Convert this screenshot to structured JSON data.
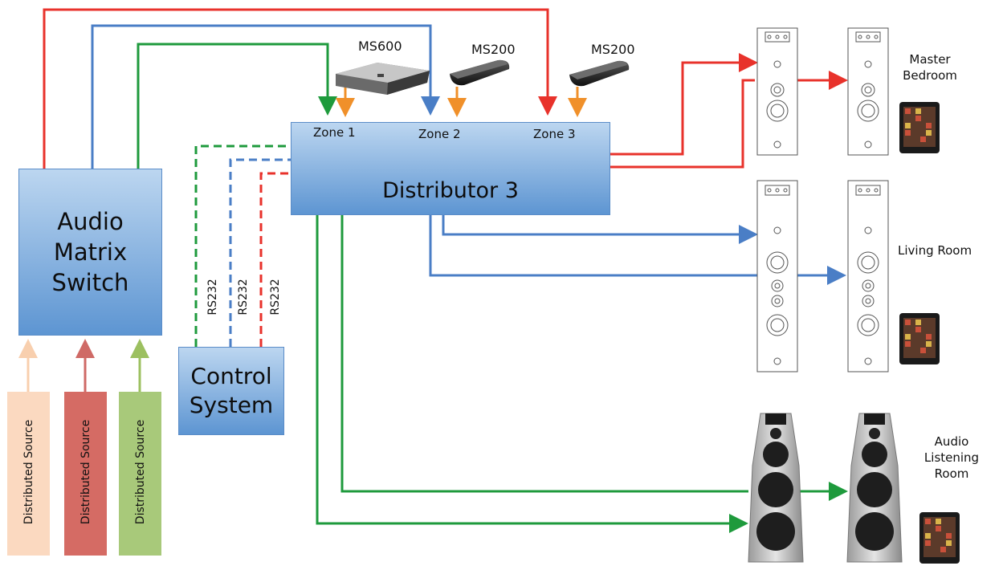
{
  "matrix": {
    "label_line1": "Audio",
    "label_line2": "Matrix",
    "label_line3": "Switch"
  },
  "control": {
    "label_line1": "Control",
    "label_line2": "System"
  },
  "distributor": {
    "label": "Distributor 3"
  },
  "zones": {
    "zone1": "Zone 1",
    "zone2": "Zone 2",
    "zone3": "Zone 3"
  },
  "modules": {
    "ms600": "MS600",
    "ms200a": "MS200",
    "ms200b": "MS200"
  },
  "rs232": {
    "a": "RS232",
    "b": "RS232",
    "c": "RS232"
  },
  "sources": {
    "s1": "Distributed Source",
    "s2": "Distributed Source",
    "s3": "Distributed Source"
  },
  "rooms": {
    "master_line1": "Master",
    "master_line2": "Bedroom",
    "living": "Living  Room",
    "audio_line1": "Audio",
    "audio_line2": "Listening",
    "audio_line3": "Room"
  },
  "colors": {
    "red": "#e8322b",
    "blue": "#4a7ec6",
    "green": "#1e9a3c",
    "orange": "#f0902a"
  }
}
